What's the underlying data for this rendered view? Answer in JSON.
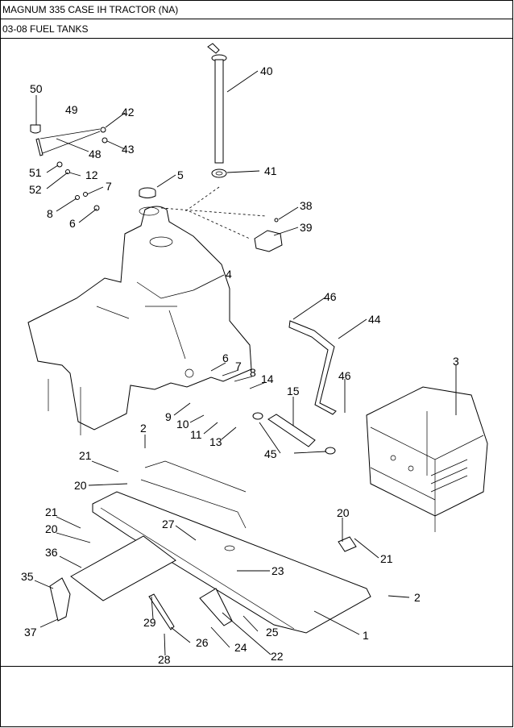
{
  "header": {
    "title": "MAGNUM 335 CASE IH TRACTOR (NA)",
    "subtitle": "03-08 FUEL TANKS"
  },
  "callouts": [
    "50",
    "49",
    "42",
    "48",
    "43",
    "51",
    "12",
    "52",
    "7",
    "5",
    "8",
    "6",
    "40",
    "41",
    "38",
    "39",
    "4",
    "46",
    "44",
    "3",
    "6",
    "7",
    "8",
    "14",
    "46",
    "15",
    "9",
    "10",
    "11",
    "13",
    "2",
    "45",
    "21",
    "20",
    "21",
    "20",
    "36",
    "35",
    "37",
    "27",
    "23",
    "20",
    "21",
    "2",
    "1",
    "29",
    "26",
    "25",
    "24",
    "22",
    "28"
  ]
}
